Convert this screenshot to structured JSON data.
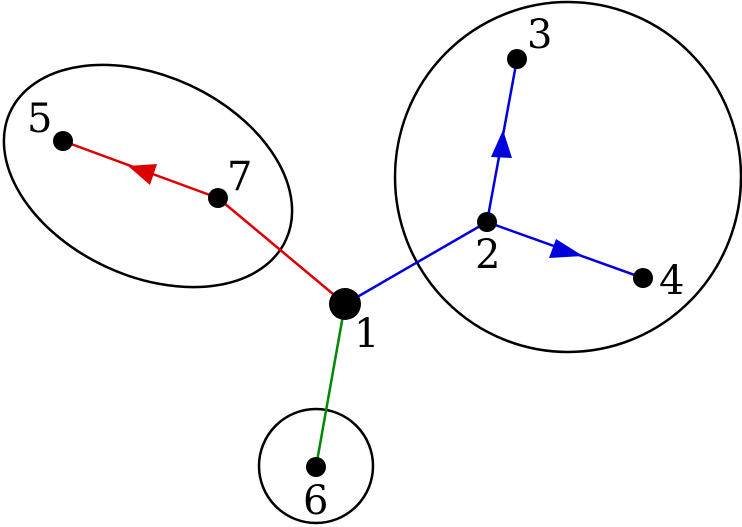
{
  "colors": {
    "edge_root_to_2": "#0000dd",
    "edge_root_to_7": "#dd0000",
    "edge_root_to_6": "#008800",
    "node": "#000000",
    "cluster_outline": "#000000"
  },
  "nodes": [
    {
      "id": "n1",
      "label": "1"
    },
    {
      "id": "n2",
      "label": "2"
    },
    {
      "id": "n3",
      "label": "3"
    },
    {
      "id": "n4",
      "label": "4"
    },
    {
      "id": "n5",
      "label": "5"
    },
    {
      "id": "n6",
      "label": "6"
    },
    {
      "id": "n7",
      "label": "7"
    }
  ],
  "edges": [
    {
      "from": "1",
      "to": "2",
      "color": "blue",
      "directed": false
    },
    {
      "from": "2",
      "to": "3",
      "color": "blue",
      "directed": true
    },
    {
      "from": "2",
      "to": "4",
      "color": "blue",
      "directed": true
    },
    {
      "from": "1",
      "to": "7",
      "color": "red",
      "directed": false
    },
    {
      "from": "7",
      "to": "5",
      "color": "red",
      "directed": true
    },
    {
      "from": "1",
      "to": "6",
      "color": "green",
      "directed": false
    }
  ],
  "clusters": [
    {
      "members": [
        "2",
        "3",
        "4"
      ]
    },
    {
      "members": [
        "5",
        "7"
      ]
    },
    {
      "members": [
        "6"
      ]
    }
  ]
}
